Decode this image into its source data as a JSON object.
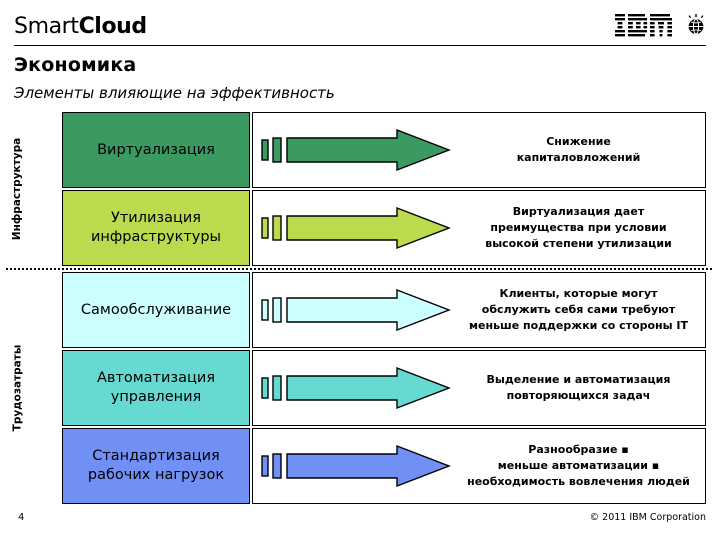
{
  "header": {
    "brand_light": "Smart",
    "brand_bold": "Cloud",
    "ibm_logo_name": "IBM",
    "globe_icon": "globe-icon"
  },
  "title": {
    "heading": "Экономика",
    "subheading": "Элементы влияющие на эффективность"
  },
  "groups": [
    {
      "label": "Инфраструктура",
      "rows": [
        0,
        1
      ]
    },
    {
      "label": "Трудозатраты",
      "rows": [
        2,
        3,
        4
      ]
    }
  ],
  "rows": [
    {
      "category": "Виртуализация",
      "color": "#3A9A62",
      "text_color": "#000000",
      "benefit": "Снижение\nкапиталовложений"
    },
    {
      "category": "Утилизация\nинфраструктуры",
      "color": "#BBDA4D",
      "text_color": "#000000",
      "benefit": "Виртуализация дает\nпреимущества при условии\nвысокой степени утилизации"
    },
    {
      "category": "Самообслуживание",
      "color": "#CCFFFF",
      "text_color": "#000000",
      "benefit": "Клиенты, которые могут\nобслужить себя сами требуют\nменьше поддержки со стороны IT"
    },
    {
      "category": "Автоматизация\nуправления",
      "color": "#66D9D0",
      "text_color": "#000000",
      "benefit": "Выделение и автоматизация\nповторяющихся задач"
    },
    {
      "category": "Стандартизация\nрабочих нагрузок",
      "color": "#7190F5",
      "text_color": "#000000",
      "benefit": "Разнообразие ▪\nменьше автоматизации ▪\nнеобходимость вовлечения людей"
    }
  ],
  "footer": {
    "page_number": "4",
    "copyright": "© 2011 IBM Corporation"
  }
}
